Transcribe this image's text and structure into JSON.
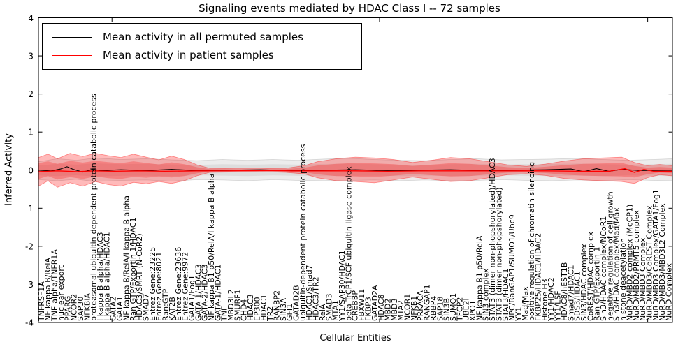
{
  "title": "Signaling events mediated by HDAC Class I -- 72 samples",
  "axes": {
    "xlabel": "Cellular Entities",
    "ylabel": "Inferred Activity"
  },
  "legend": {
    "items": [
      {
        "label": "Mean activity in all permuted samples",
        "color": "#000000"
      },
      {
        "label": "Mean activity in patient samples",
        "color": "#ff0000"
      }
    ]
  },
  "chart_data": {
    "type": "line",
    "title": "Signaling events mediated by HDAC Class I -- 72 samples",
    "xlabel": "Cellular Entities",
    "ylabel": "Inferred Activity",
    "ylim": [
      -4,
      4
    ],
    "yticks": [
      4,
      3,
      2,
      1,
      0,
      -1,
      -2,
      -3,
      -4
    ],
    "xticks_frac": [
      0.116,
      0.538,
      0.961
    ],
    "grid": false,
    "legend_position": "upper left",
    "categories": [
      "TNFRSF1A",
      "NF kappa B/RelA",
      "TNF-alpha/TNFR1A",
      "nuclear export",
      "PPARG",
      "NCOR2",
      "SAP30",
      "NFKBIA",
      "proteasomal ubiquitin-dependent protein catabolic process",
      "I kappa B alpha/HDAC3",
      "I kappa B alpha/HDAC1",
      "GATA2",
      "GATA1",
      "NF kappa B/RelA/I kappa B alpha",
      "Ran GTP/Exportin 1/HDAC1",
      "HDAC3/SMRT (N-CoR2)",
      "SMAD7",
      "Entrez Gene:23225",
      "Entrez Gene:8021",
      "Ran:GTP",
      "KAT2B",
      "Entrez Gene:23636",
      "Entrez Gene:9972",
      "GATA1/Fog1",
      "GATA-1/HDAC3",
      "GATA-2/HDAC3",
      "NF kappa B1 p50/RelA/I kappa B alpha",
      "GATA-1/HDAC1",
      "TNF",
      "MBD3L2",
      "SMURF1",
      "CHD4",
      "HDAC3",
      "EP300",
      "HDAC1",
      "TR2",
      "RANBP2",
      "SIN3A",
      "GFI1",
      "GATAD2B",
      "ubiquitin-dependent protein catabolic process",
      "HDAC1/Smad7",
      "HDAC3/TR2",
      "RelA",
      "SMAD3",
      "MTA1",
      "YY1/SAP30/HDAC1",
      "beta TrCP1/SCF ubiquitin ligase complex",
      "CREBBP",
      "FBXW11",
      "FKBP3",
      "GATAD2A",
      "HDAC8",
      "MBD2",
      "MBD3",
      "MTA2",
      "NCOR1",
      "NFKB1",
      "PRKACA",
      "RANGAP1",
      "RBBP4",
      "SAP18",
      "SIN3B",
      "SUMO1",
      "TFCP2",
      "UBE2I",
      "XPO1",
      "NF kappa B1 p50/RelA",
      "SIN3 complex",
      "STAT3 (dimer non-phopshorylated)/HDAC3",
      "STAT3 (dimer non-phopshorylated)",
      "STAT3/HDAC1",
      "NPC/RanGAP1/SUMO1/Ubc9",
      "YY1",
      "Mad/Max",
      "positive regulation of chromatin silencing",
      "FKBP25/HDAC1/HDAC2",
      "Histone H3",
      "YY1/HDAC2",
      "YY1/LSF",
      "HDAC8/hEST1B",
      "Smad7/HDAC1",
      "SDS3/HDAC1",
      "SIN3/HDAC complex",
      "CoREST/HDAC complex",
      "Ran GTP/Exportin 1",
      "Sin3/HDAC complex/NCoR1",
      "negative regulation of cell growth",
      "Sin3/HDAC complex/Mad/Max",
      "histone deacetylation",
      "NuRD/MBD2 complex (MeCP1)",
      "NuRD/MBD2/PRMT5 complex",
      "NuRD/MBD3 Complex",
      "NuRD/MBD3/CoREST Complex",
      "NuRD/MBD3 Complex/GATA1/Fog1",
      "NuRD/MBD3/MBD3L2 Complex",
      "NuRD Complex"
    ],
    "bands": [
      {
        "name": "permuted samples range",
        "color": "#888888",
        "alpha": 0.16,
        "points": [
          [
            0,
            0.22,
            -0.25
          ],
          [
            0.03,
            0.3,
            -0.28
          ],
          [
            0.06,
            0.26,
            -0.24
          ],
          [
            0.09,
            0.32,
            -0.3
          ],
          [
            0.13,
            0.28,
            -0.27
          ],
          [
            0.17,
            0.3,
            -0.26
          ],
          [
            0.21,
            0.27,
            -0.29
          ],
          [
            0.25,
            0.25,
            -0.25
          ],
          [
            0.29,
            0.28,
            -0.26
          ],
          [
            0.33,
            0.26,
            -0.28
          ],
          [
            0.37,
            0.28,
            -0.25
          ],
          [
            0.41,
            0.26,
            -0.27
          ],
          [
            0.45,
            0.29,
            -0.28
          ],
          [
            0.49,
            0.31,
            -0.27
          ],
          [
            0.53,
            0.28,
            -0.26
          ],
          [
            0.57,
            0.26,
            -0.28
          ],
          [
            0.61,
            0.25,
            -0.26
          ],
          [
            0.65,
            0.28,
            -0.28
          ],
          [
            0.69,
            0.3,
            -0.27
          ],
          [
            0.73,
            0.27,
            -0.25
          ],
          [
            0.77,
            0.28,
            -0.27
          ],
          [
            0.81,
            0.29,
            -0.28
          ],
          [
            0.85,
            0.31,
            -0.26
          ],
          [
            0.89,
            0.28,
            -0.28
          ],
          [
            0.93,
            0.26,
            -0.25
          ],
          [
            0.97,
            0.28,
            -0.27
          ],
          [
            1,
            0.3,
            -0.28
          ]
        ]
      },
      {
        "name": "patient samples range",
        "color": "#ff0000",
        "alpha": 0.27,
        "points": [
          [
            0,
            0.33,
            -0.42
          ],
          [
            0.015,
            0.42,
            -0.28
          ],
          [
            0.03,
            0.3,
            -0.45
          ],
          [
            0.05,
            0.44,
            -0.33
          ],
          [
            0.07,
            0.36,
            -0.42
          ],
          [
            0.09,
            0.44,
            -0.3
          ],
          [
            0.11,
            0.38,
            -0.38
          ],
          [
            0.13,
            0.33,
            -0.42
          ],
          [
            0.15,
            0.42,
            -0.32
          ],
          [
            0.17,
            0.34,
            -0.36
          ],
          [
            0.19,
            0.27,
            -0.3
          ],
          [
            0.21,
            0.37,
            -0.35
          ],
          [
            0.23,
            0.28,
            -0.28
          ],
          [
            0.25,
            0.14,
            -0.15
          ],
          [
            0.27,
            0.05,
            -0.06
          ],
          [
            0.31,
            0.04,
            -0.05
          ],
          [
            0.35,
            0.04,
            -0.04
          ],
          [
            0.39,
            0.05,
            -0.06
          ],
          [
            0.42,
            0.12,
            -0.1
          ],
          [
            0.44,
            0.22,
            -0.2
          ],
          [
            0.47,
            0.3,
            -0.28
          ],
          [
            0.5,
            0.34,
            -0.3
          ],
          [
            0.53,
            0.32,
            -0.33
          ],
          [
            0.56,
            0.28,
            -0.26
          ],
          [
            0.59,
            0.2,
            -0.18
          ],
          [
            0.62,
            0.26,
            -0.24
          ],
          [
            0.65,
            0.33,
            -0.3
          ],
          [
            0.68,
            0.3,
            -0.28
          ],
          [
            0.71,
            0.22,
            -0.2
          ],
          [
            0.74,
            0.14,
            -0.12
          ],
          [
            0.77,
            0.1,
            -0.1
          ],
          [
            0.8,
            0.16,
            -0.14
          ],
          [
            0.83,
            0.24,
            -0.22
          ],
          [
            0.86,
            0.3,
            -0.26
          ],
          [
            0.89,
            0.32,
            -0.28
          ],
          [
            0.92,
            0.34,
            -0.3
          ],
          [
            0.94,
            0.2,
            -0.35
          ],
          [
            0.96,
            0.12,
            -0.2
          ],
          [
            0.98,
            0.15,
            -0.12
          ],
          [
            1,
            0.12,
            -0.15
          ]
        ]
      }
    ],
    "series": [
      {
        "name": "Mean activity in all permuted samples",
        "color": "#000000",
        "points": [
          [
            0,
            0.0
          ],
          [
            0.02,
            -0.02
          ],
          [
            0.035,
            0.03
          ],
          [
            0.045,
            0.09
          ],
          [
            0.055,
            0.02
          ],
          [
            0.07,
            -0.05
          ],
          [
            0.085,
            0.02
          ],
          [
            0.1,
            -0.01
          ],
          [
            0.13,
            0.01
          ],
          [
            0.17,
            -0.01
          ],
          [
            0.21,
            0.02
          ],
          [
            0.25,
            -0.01
          ],
          [
            0.3,
            0.0
          ],
          [
            0.35,
            0.01
          ],
          [
            0.4,
            -0.01
          ],
          [
            0.45,
            0.0
          ],
          [
            0.5,
            0.01
          ],
          [
            0.55,
            -0.01
          ],
          [
            0.6,
            0.0
          ],
          [
            0.65,
            0.01
          ],
          [
            0.7,
            -0.01
          ],
          [
            0.75,
            0.0
          ],
          [
            0.8,
            0.01
          ],
          [
            0.84,
            0.03
          ],
          [
            0.86,
            -0.04
          ],
          [
            0.88,
            0.04
          ],
          [
            0.9,
            -0.03
          ],
          [
            0.92,
            0.02
          ],
          [
            0.95,
            -0.01
          ],
          [
            1,
            0.0
          ]
        ]
      },
      {
        "name": "Mean activity in patient samples",
        "color": "#ff0000",
        "points": [
          [
            0,
            -0.04
          ],
          [
            0.03,
            -0.02
          ],
          [
            0.06,
            -0.04
          ],
          [
            0.09,
            -0.02
          ],
          [
            0.12,
            -0.03
          ],
          [
            0.16,
            -0.02
          ],
          [
            0.2,
            -0.03
          ],
          [
            0.25,
            -0.02
          ],
          [
            0.3,
            -0.02
          ],
          [
            0.35,
            -0.01
          ],
          [
            0.4,
            -0.02
          ],
          [
            0.45,
            -0.02
          ],
          [
            0.5,
            -0.02
          ],
          [
            0.55,
            -0.03
          ],
          [
            0.6,
            -0.02
          ],
          [
            0.65,
            -0.02
          ],
          [
            0.7,
            -0.02
          ],
          [
            0.75,
            -0.02
          ],
          [
            0.8,
            -0.02
          ],
          [
            0.85,
            -0.03
          ],
          [
            0.9,
            -0.03
          ],
          [
            0.925,
            0.04
          ],
          [
            0.94,
            -0.06
          ],
          [
            0.955,
            0.02
          ],
          [
            0.97,
            -0.03
          ],
          [
            1,
            -0.03
          ]
        ]
      }
    ]
  }
}
